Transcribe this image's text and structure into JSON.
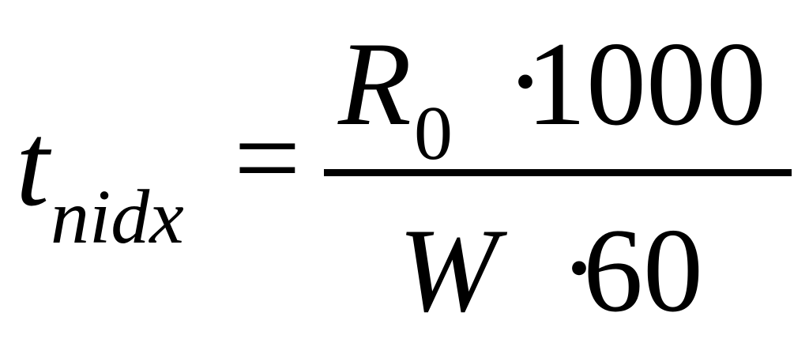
{
  "formula": {
    "lhs": {
      "main": "t",
      "subscript": "піdх"
    },
    "equals": "=",
    "numerator": {
      "variable": "R",
      "subscript": "0",
      "operator": "·",
      "value": "1000"
    },
    "denominator": {
      "variable": "W",
      "operator": "·",
      "value": "60"
    }
  }
}
